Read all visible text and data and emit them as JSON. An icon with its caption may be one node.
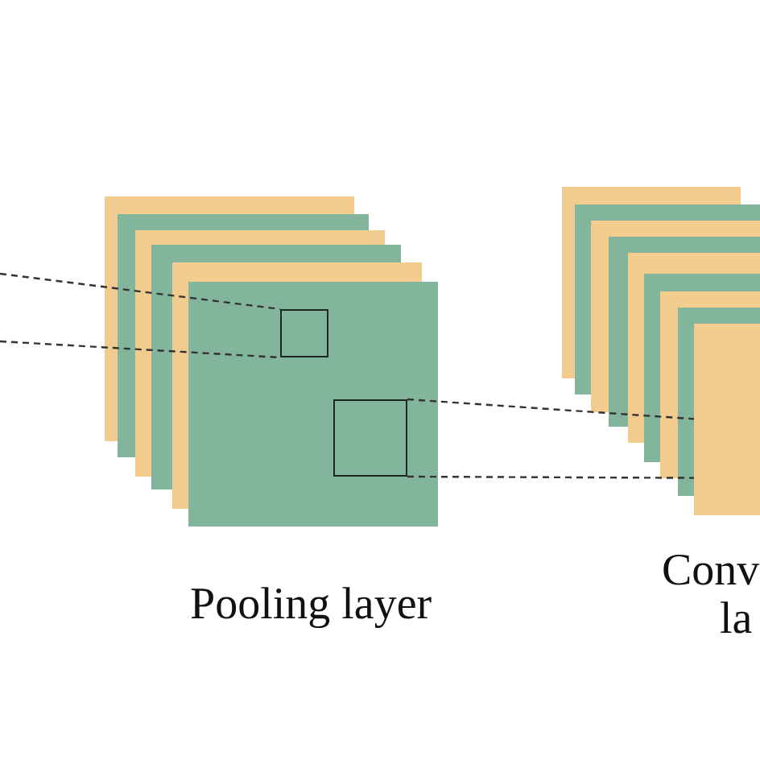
{
  "diagram": {
    "nodes": [
      {
        "text": [],
        "shape": "box",
        "beside": [
          "Pooling layer"
        ]
      },
      {
        "text": [],
        "shape": "box",
        "in": 0
      },
      {
        "text": [],
        "shape": "box",
        "in": 0
      },
      {
        "text": [],
        "shape": "box",
        "beside": [
          "Conv",
          "la"
        ]
      }
    ],
    "edges": [
      {
        "from": null,
        "to": 1,
        "arrow": "none",
        "style": "dashed"
      },
      {
        "from": null,
        "to": 1,
        "arrow": "none",
        "style": "dashed"
      },
      {
        "from": 2,
        "to": 3,
        "arrow": "none",
        "style": "dashed"
      },
      {
        "from": 2,
        "to": 3,
        "arrow": "none",
        "style": "dashed"
      }
    ]
  }
}
